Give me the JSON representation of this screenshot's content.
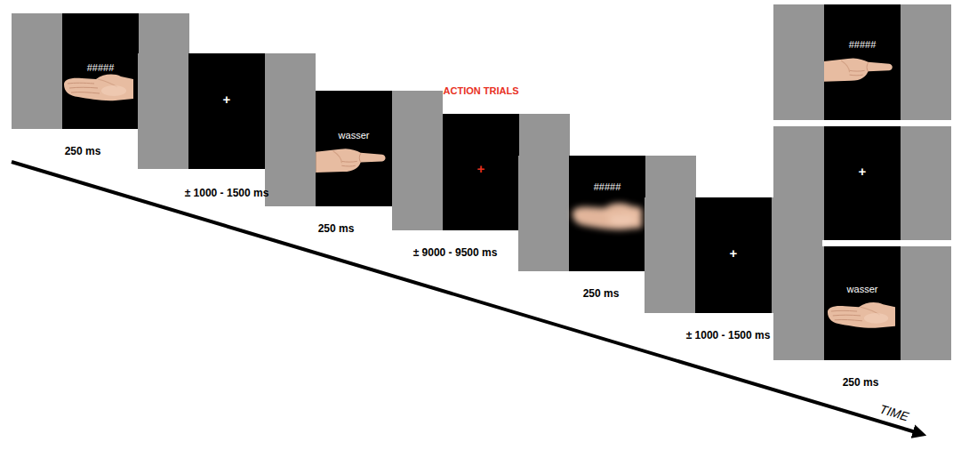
{
  "diagram": {
    "nodes": [
      {
        "text": [
          "#####"
        ]
      },
      {
        "text": [
          "+"
        ]
      },
      {
        "text": [
          "wasser"
        ]
      },
      {
        "text": [
          "+"
        ]
      },
      {
        "text": [
          "#####"
        ]
      },
      {
        "text": [
          "+"
        ]
      },
      {
        "text": [
          "#####"
        ]
      },
      {
        "text": [
          "+"
        ]
      },
      {
        "text": [
          "wasser"
        ]
      }
    ],
    "labels": [
      "250 ms",
      "± 1000 - 1500 ms",
      "250 ms",
      "ACTION TRIALS",
      "± 9000 - 9500 ms",
      "250 ms",
      "± 1000 - 1500 ms",
      "250 ms",
      "TIME"
    ]
  }
}
